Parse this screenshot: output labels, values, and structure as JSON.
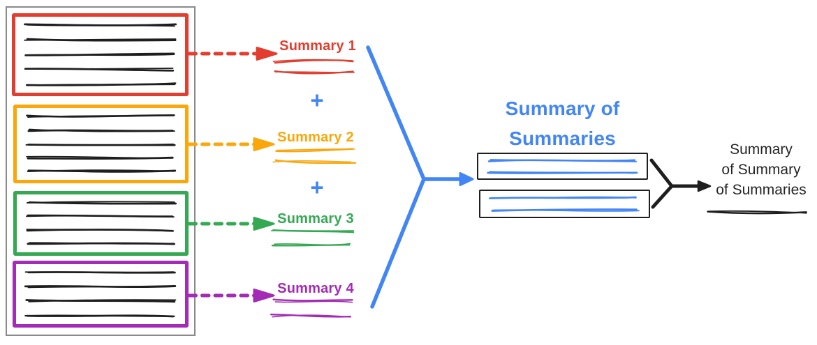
{
  "palette": {
    "red": "#E23D2E",
    "amber": "#F9A70B",
    "green": "#34A853",
    "purple": "#A32BB5",
    "blue": "#4285F4",
    "ink": "#1E1E1E",
    "frame_gray": "#8A8A8A"
  },
  "source_documents": [
    {
      "name": "document-1",
      "accent": "#E23D2E",
      "text_lines": 5
    },
    {
      "name": "document-2",
      "accent": "#F9A70B",
      "text_lines": 5
    },
    {
      "name": "document-3",
      "accent": "#34A853",
      "text_lines": 4
    },
    {
      "name": "document-4",
      "accent": "#A32BB5",
      "text_lines": 4
    }
  ],
  "plus": "+",
  "summaries": [
    {
      "label": "Summary 1",
      "accent": "#E23D2E",
      "scribble_lines": 2
    },
    {
      "label": "Summary 2",
      "accent": "#F9A70B",
      "scribble_lines": 2
    },
    {
      "label": "Summary 3",
      "accent": "#34A853",
      "scribble_lines": 2
    },
    {
      "label": "Summary 4",
      "accent": "#A32BB5",
      "scribble_lines": 2
    }
  ],
  "summary_of_summaries": {
    "title_line1": "Summary of",
    "title_line2": "Summaries",
    "accent": "#4285F4",
    "boxes": 2,
    "text_lines_per_box": 2
  },
  "final_summary": {
    "line1": "Summary",
    "line2": "of Summary",
    "line3": "of Summaries",
    "color": "#1E1E1E"
  }
}
